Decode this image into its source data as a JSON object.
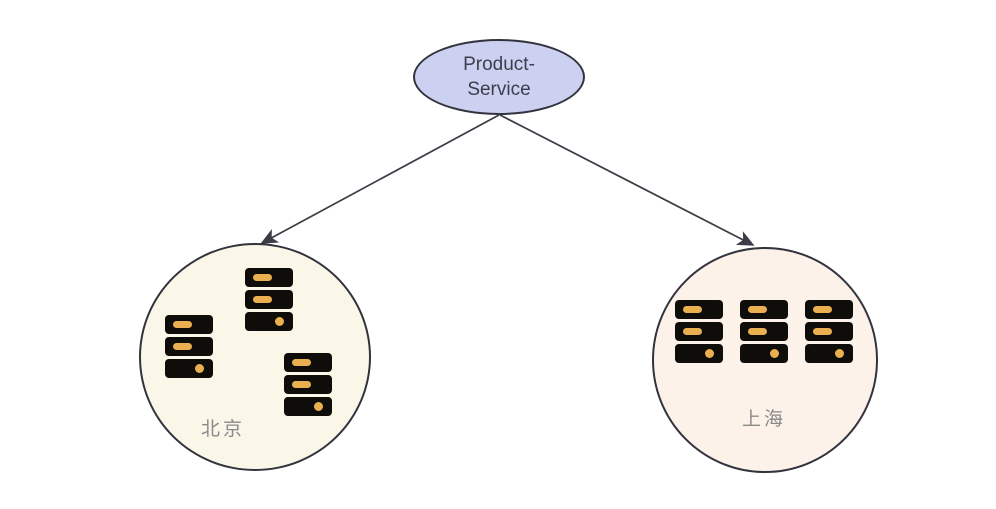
{
  "diagram": {
    "root": {
      "label": "Product-Service",
      "shape": "ellipse",
      "fill": "#ccd1f1",
      "border": "#33333e",
      "text_color": "#3d3d4c"
    },
    "regions": [
      {
        "id": "beijing",
        "label": "北京",
        "shape": "circle",
        "fill": "#faf7e9",
        "border": "#33333e",
        "server_count": 3,
        "server_layout": "scattered"
      },
      {
        "id": "shanghai",
        "label": "上海",
        "shape": "circle",
        "fill": "#fdf2ea",
        "border": "#33333e",
        "server_count": 3,
        "server_layout": "row"
      }
    ],
    "edges": [
      {
        "from": "Product-Service",
        "to": "北京",
        "style": "arrow"
      },
      {
        "from": "Product-Service",
        "to": "上海",
        "style": "arrow"
      }
    ],
    "icons": {
      "server_icon": {
        "body_color": "#0f0d0a",
        "accent_color": "#eab04f",
        "units": 3
      }
    },
    "colors": {
      "background": "#ffffff",
      "line": "#3c3c46",
      "label_gray": "#8a8a8a"
    }
  }
}
